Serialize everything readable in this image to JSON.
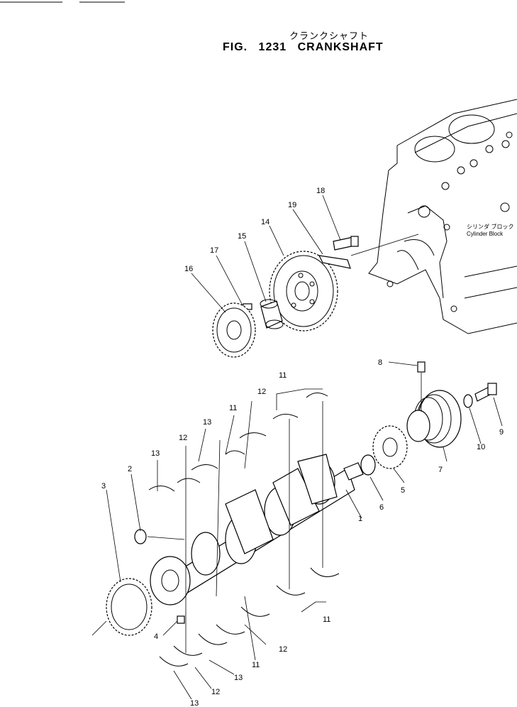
{
  "figure": {
    "title_jp": "クランクシャフト",
    "title_en": "FIG. 1231   CRANKSHAFT"
  },
  "block_label": {
    "jp": "シリンダ ブロック",
    "en": "Cylinder  Block"
  },
  "callouts": [
    "1",
    "2",
    "3",
    "4",
    "5",
    "6",
    "7",
    "8",
    "9",
    "10",
    "11",
    "12",
    "13",
    "14",
    "15",
    "16",
    "17",
    "18",
    "19"
  ]
}
